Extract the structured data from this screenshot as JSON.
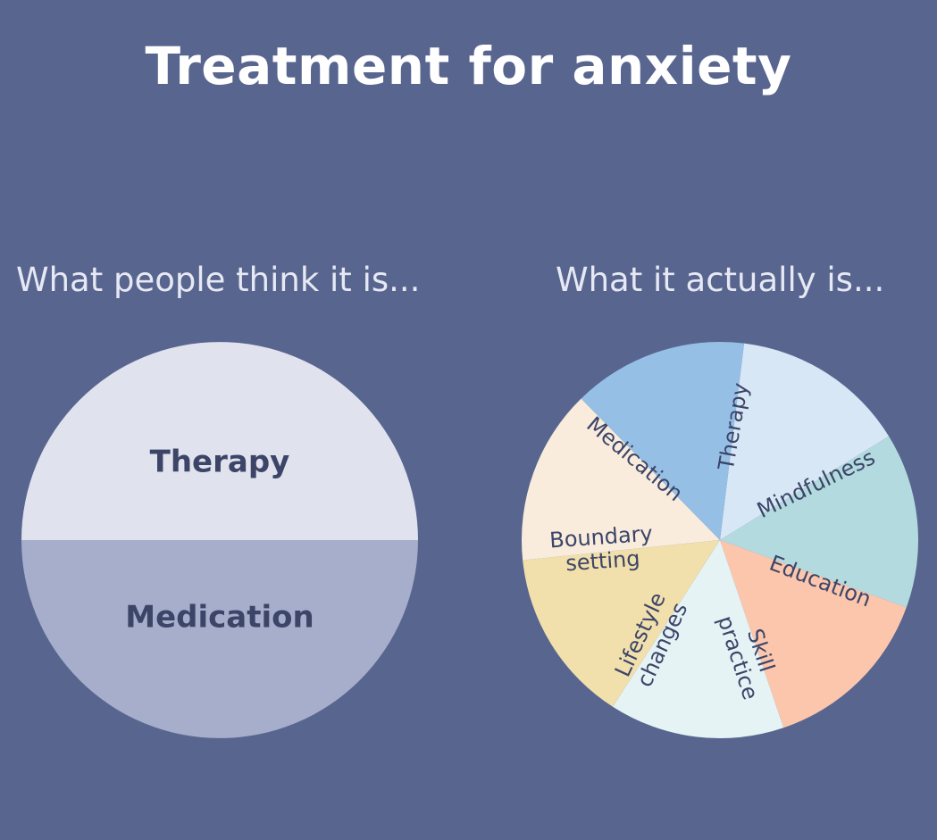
{
  "title": "Treatment for anxiety",
  "colors": {
    "background": "#58658f",
    "label_text": "#3c4568"
  },
  "chart_data": [
    {
      "type": "pie",
      "title": "What people think it is...",
      "slices": [
        {
          "label": "Therapy",
          "value": 50,
          "color": "#e0e3ee"
        },
        {
          "label": "Medication",
          "value": 50,
          "color": "#a6aecb"
        }
      ]
    },
    {
      "type": "pie",
      "title": "What it actually is...",
      "slices": [
        {
          "label": "Therapy",
          "value": 12.5,
          "color": "#d8e7f6"
        },
        {
          "label": "Mindfulness",
          "value": 12.5,
          "color": "#b3dbdf"
        },
        {
          "label": "Education",
          "value": 12.5,
          "color": "#fcc6ad"
        },
        {
          "label": "Skill practice",
          "value": 12.5,
          "color": "#e6f3f5"
        },
        {
          "label": "Lifestyle changes",
          "value": 12.5,
          "color": "#f1dfac"
        },
        {
          "label": "Boundary setting",
          "value": 12.5,
          "color": "#f9ecdc"
        },
        {
          "label": "Medication",
          "value": 12.5,
          "color": "#95bfe5"
        }
      ]
    }
  ]
}
